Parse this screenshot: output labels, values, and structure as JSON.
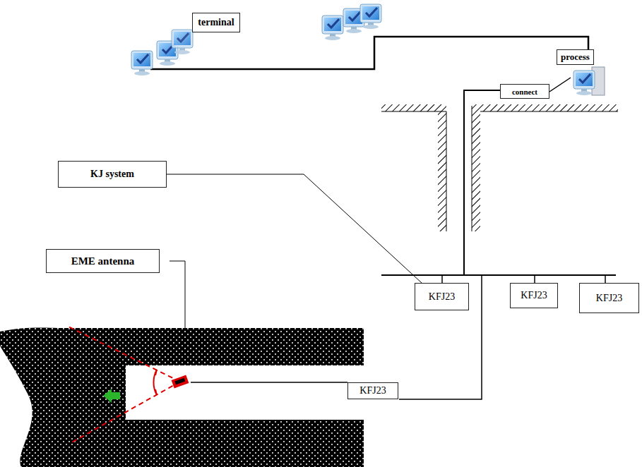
{
  "diagram": {
    "nodes": [
      {
        "text": [
          "terminal"
        ]
      },
      {
        "text": [
          "process"
        ]
      },
      {
        "text": [
          "connect"
        ]
      },
      {
        "text": [
          "KJ system"
        ]
      },
      {
        "text": [
          "EME antenna"
        ]
      },
      {
        "text": [
          "KFJ23"
        ]
      },
      {
        "text": [
          "KFJ23"
        ]
      },
      {
        "text": [
          "KFJ23"
        ]
      },
      {
        "text": [
          "KFJ23"
        ]
      }
    ],
    "edges": [
      {
        "from": 3,
        "to": 5,
        "arrow": "none"
      }
    ]
  }
}
